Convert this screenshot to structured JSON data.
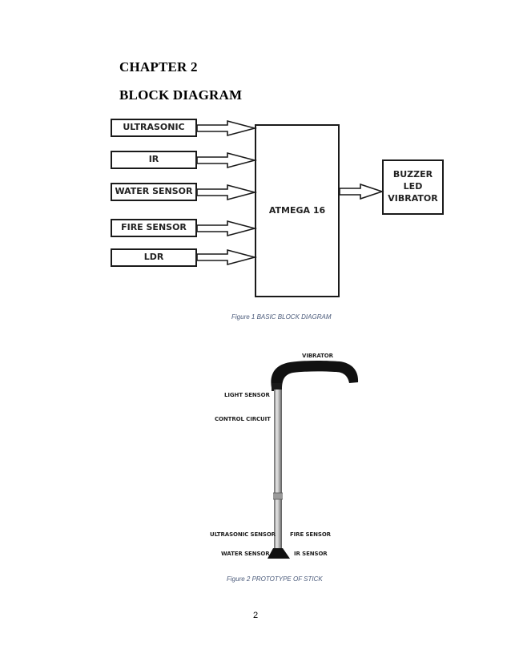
{
  "chapter": "CHAPTER 2",
  "section_title": "BLOCK DIAGRAM",
  "block_diagram": {
    "inputs": [
      "ULTRASONIC",
      "IR",
      "WATER SENSOR",
      "FIRE SENSOR",
      "LDR"
    ],
    "controller": "ATMEGA 16",
    "outputs": [
      "BUZZER",
      "LED",
      "VIBRATOR"
    ]
  },
  "figure1_caption": "Figure 1 BASIC BLOCK DIAGRAM",
  "stick": {
    "vibrator": "VIBRATOR",
    "light_sensor": "LIGHT SENSOR",
    "control_circuit": "CONTROL CIRCUIT",
    "ultrasonic_sensor": "ULTRASONIC SENSOR",
    "fire_sensor": "FIRE SENSOR",
    "water_sensor": "WATER SENSOR",
    "ir_sensor": "IR SENSOR"
  },
  "figure2_caption": "Figure 2 PROTOTYPE OF STICK",
  "page_number": "2"
}
